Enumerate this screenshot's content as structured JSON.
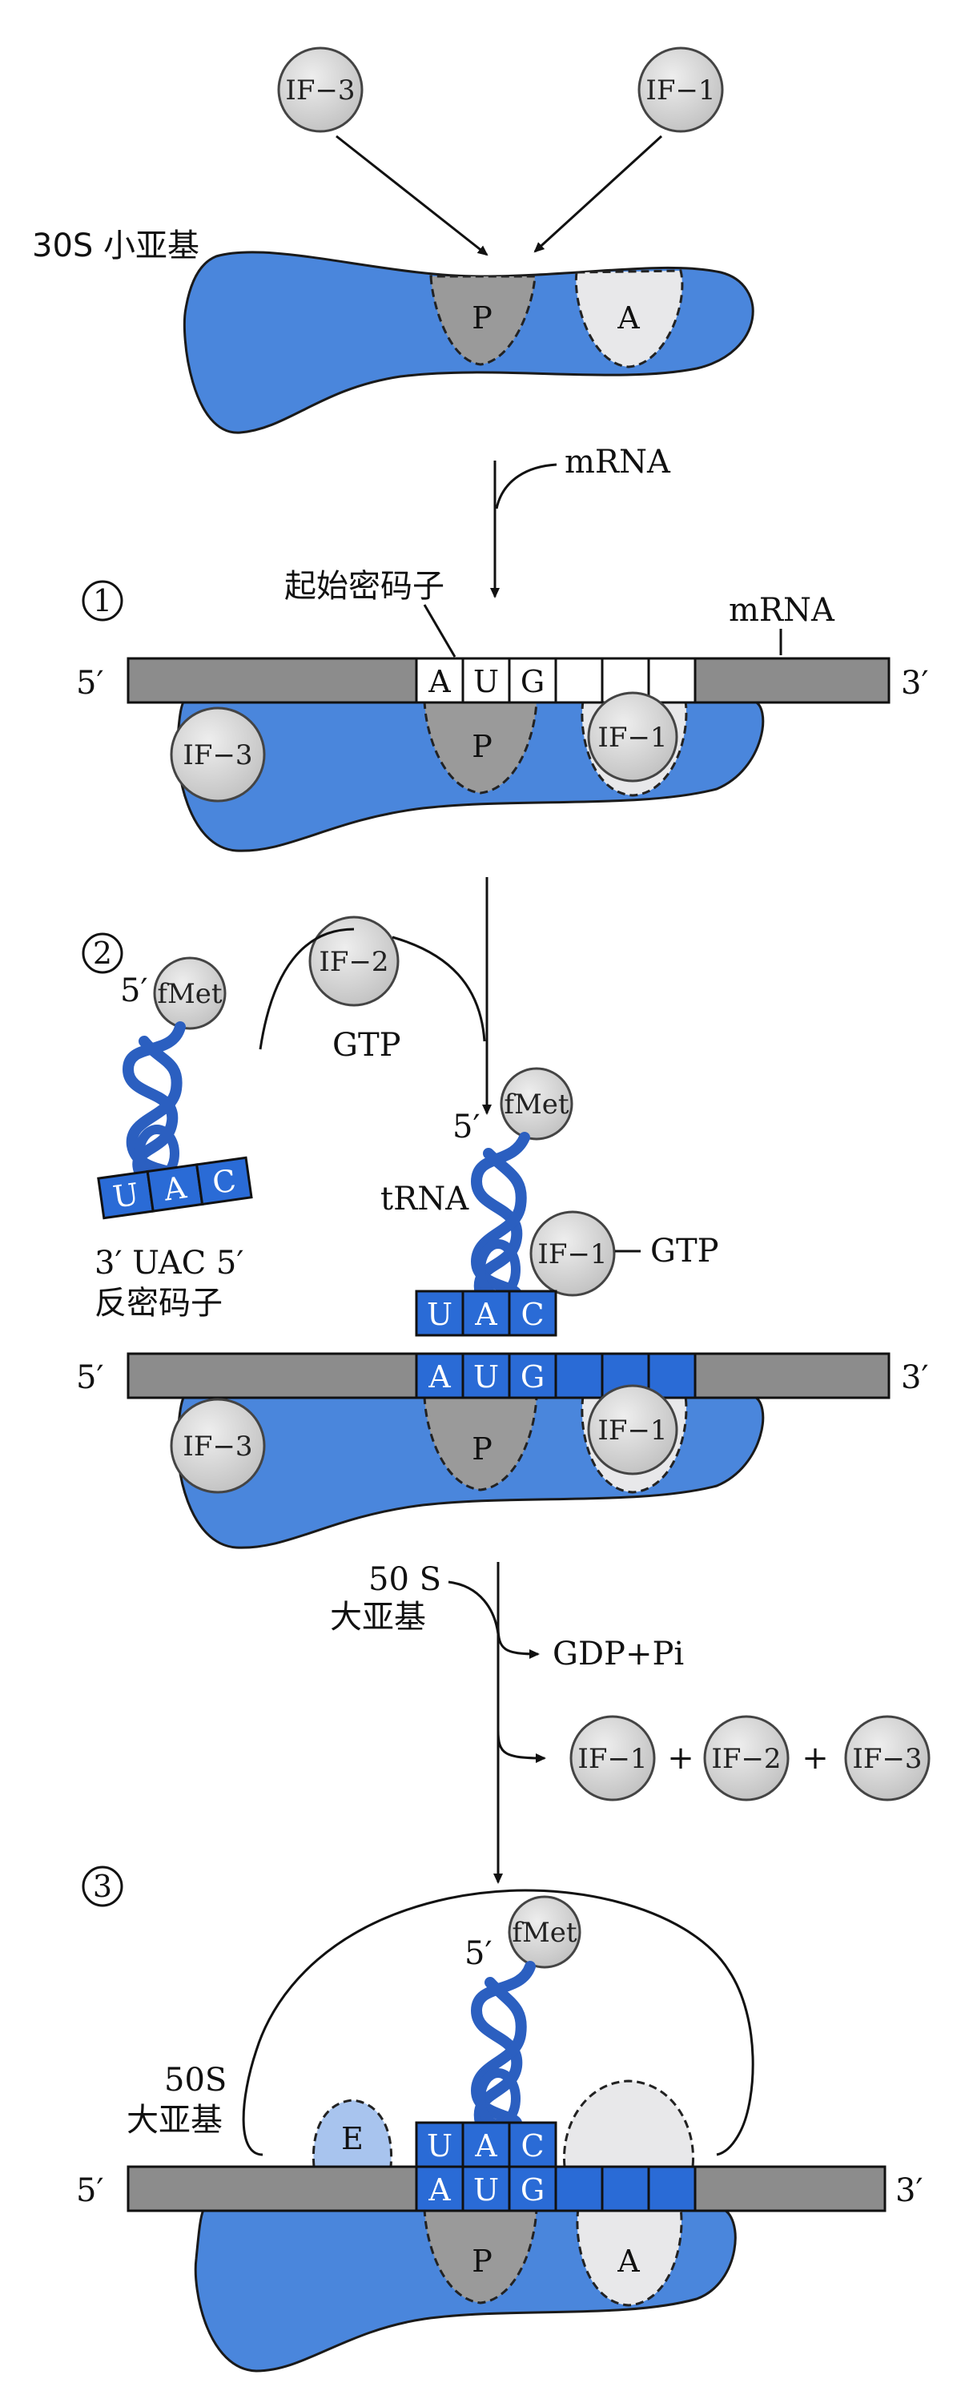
{
  "colors": {
    "subunit": "#4a86dc",
    "subunit_light": "#a8c4ee",
    "site_p": "#9a9a9a",
    "site_a": "#e8e8ea",
    "mrna": "#8c8c8c",
    "codon_blue": "#2a6bd6",
    "ball": "#d0d0d0",
    "trna": "#2b5fc0"
  },
  "icons": [
    "circled-number-1",
    "circled-number-2",
    "circled-number-3",
    "arrow-down",
    "curved-arrow"
  ],
  "stage0": {
    "if3": "IF−3",
    "if1": "IF−1",
    "small_subunit_label": "30S 小亚基",
    "site_p": "P",
    "site_a": "A"
  },
  "arrow1": {
    "mrna_label": "mRNA"
  },
  "step1": {
    "number": "①",
    "start_codon_label": "起始密码子",
    "mrna_label": "mRNA",
    "five_prime": "5′",
    "three_prime": "3′",
    "codon": [
      "A",
      "U",
      "G"
    ],
    "if3": "IF−3",
    "site_p": "P",
    "if1": "IF−1"
  },
  "step2": {
    "number": "②",
    "five_prime_trna": "5′",
    "fmet": "fMet",
    "anticodon": [
      "U",
      "A",
      "C"
    ],
    "anticodon_label": "3′ UAC 5′",
    "anticodon_cn": "反密码子",
    "if2": "IF−2",
    "gtp": "GTP",
    "trna_label": "tRNA",
    "if1": "IF−1",
    "if1_gtp": "GTP",
    "five_prime": "5′",
    "three_prime": "3′",
    "codon": [
      "A",
      "U",
      "G"
    ],
    "if3": "IF−3",
    "site_p": "P",
    "if1_bottom": "IF−1"
  },
  "arrow3": {
    "large_subunit_label": "50 S",
    "large_subunit_cn": "大亚基",
    "gdp": "GDP+Pi",
    "released": [
      "IF−1",
      "IF−2",
      "IF−3"
    ],
    "plus": "+"
  },
  "step3": {
    "number": "③",
    "five_prime_trna": "5′",
    "fmet": "fMet",
    "large_subunit_label": "50S",
    "large_subunit_cn": "大亚基",
    "site_e": "E",
    "anticodon": [
      "U",
      "A",
      "C"
    ],
    "codon": [
      "A",
      "U",
      "G"
    ],
    "five_prime": "5′",
    "three_prime": "3′",
    "site_p": "P",
    "site_a": "A"
  }
}
